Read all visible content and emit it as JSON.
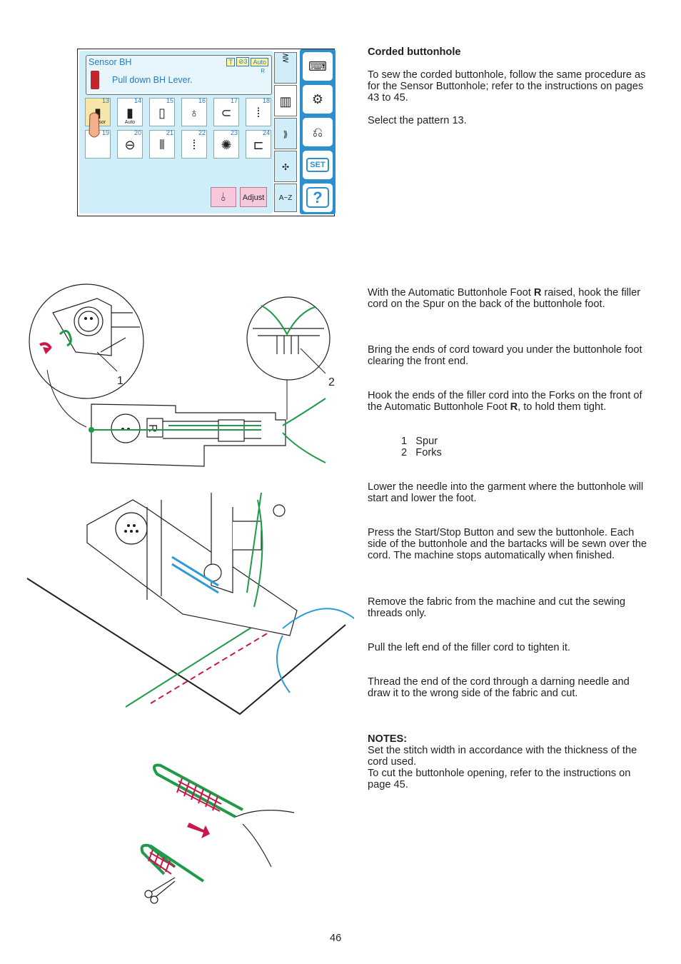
{
  "lcd": {
    "title": "Sensor BH",
    "message": "Pull down BH Lever.",
    "header_icons": [
      "T",
      "⊘3",
      "Auto"
    ],
    "foot_letter": "R",
    "patterns": [
      {
        "num": "13",
        "glyph": "▮",
        "sub": "Sensor"
      },
      {
        "num": "14",
        "glyph": "▮",
        "sub": "Auto"
      },
      {
        "num": "15",
        "glyph": "▯",
        "sub": ""
      },
      {
        "num": "16",
        "glyph": "♁",
        "sub": ""
      },
      {
        "num": "17",
        "glyph": "⊂",
        "sub": ""
      },
      {
        "num": "18",
        "glyph": "⁞",
        "sub": ""
      },
      {
        "num": "19",
        "glyph": "",
        "sub": ""
      },
      {
        "num": "20",
        "glyph": "⊖",
        "sub": ""
      },
      {
        "num": "21",
        "glyph": "⦀",
        "sub": ""
      },
      {
        "num": "22",
        "glyph": "⁞",
        "sub": ""
      },
      {
        "num": "23",
        "glyph": "✺",
        "sub": ""
      },
      {
        "num": "24",
        "glyph": "⊏",
        "sub": ""
      }
    ],
    "adjust_label": "Adjust",
    "az_label": "A~Z",
    "set_label": "SET",
    "help_label": "?"
  },
  "figure_labels": {
    "spur": "1",
    "forks": "2",
    "foot_letter": "R"
  },
  "heading": "Corded buttonhole",
  "intro": "To sew the corded buttonhole, follow the same procedure as for the Sensor Buttonhole; refer to the instructions on pages 43 to 45.",
  "select": "Select the pattern 13.",
  "step1_a": "With the Automatic Buttonhole Foot ",
  "step1_b": "R",
  "step1_c": " raised, hook the filler cord on the Spur on the back of the buttonhole foot.",
  "step2": "Bring the ends of cord toward you under the buttonhole foot clearing the front end.",
  "step3_a": "Hook the ends of the filler cord into the Forks on the front of the Automatic Buttonhole Foot ",
  "step3_b": "R",
  "step3_c": ", to hold them tight.",
  "legend": [
    {
      "num": "1",
      "label": "Spur"
    },
    {
      "num": "2",
      "label": "Forks"
    }
  ],
  "step4": "Lower the needle into the garment where the buttonhole will start and lower the foot.",
  "step5": "Press the Start/Stop Button and sew the buttonhole. Each side of the buttonhole and the bartacks will be sewn over the cord. The machine stops automatically when finished.",
  "step6": "Remove the fabric from the machine and cut the sewing threads only.",
  "step7": "Pull the left end of the filler cord to tighten it.",
  "step8": "Thread the end of the cord through a darning needle and draw it to the wrong side of the fabric and cut.",
  "notes_heading": "NOTES:",
  "note1": "Set the stitch width in accordance with the thickness of the cord used.",
  "note2": "To cut the buttonhole opening, refer to the instructions on page 45.",
  "page_number": "46",
  "colors": {
    "green": "#1e9a48",
    "red": "#c8184a",
    "blue": "#2b9ad6",
    "lcd_bg": "#cfeef9"
  }
}
